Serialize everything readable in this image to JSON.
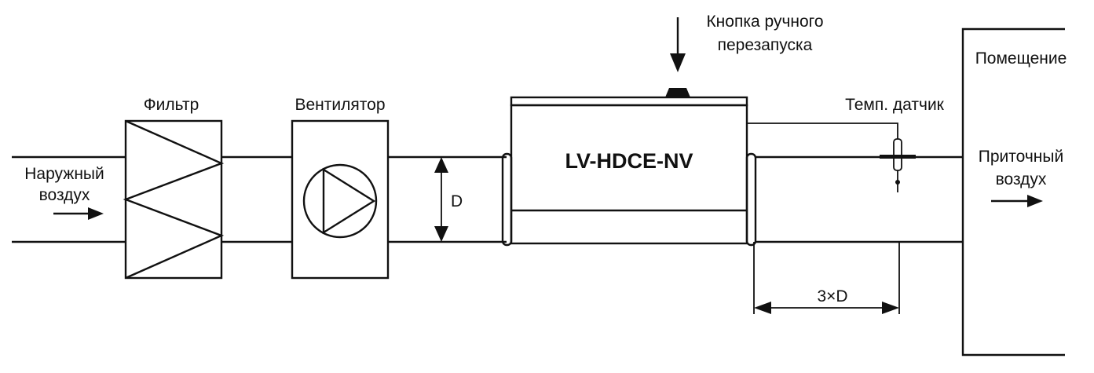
{
  "labels": {
    "outside_air_1": "Наружный",
    "outside_air_2": "воздух",
    "filter": "Фильтр",
    "fan": "Вентилятор",
    "diameter": "D",
    "device": "LV-HDCE-NV",
    "reset_1": "Кнопка ручного",
    "reset_2": "перезапуска",
    "temp_sensor": "Темп. датчик",
    "room": "Помещение",
    "supply_1": "Приточный",
    "supply_2": "воздух",
    "distance": "3×D"
  }
}
